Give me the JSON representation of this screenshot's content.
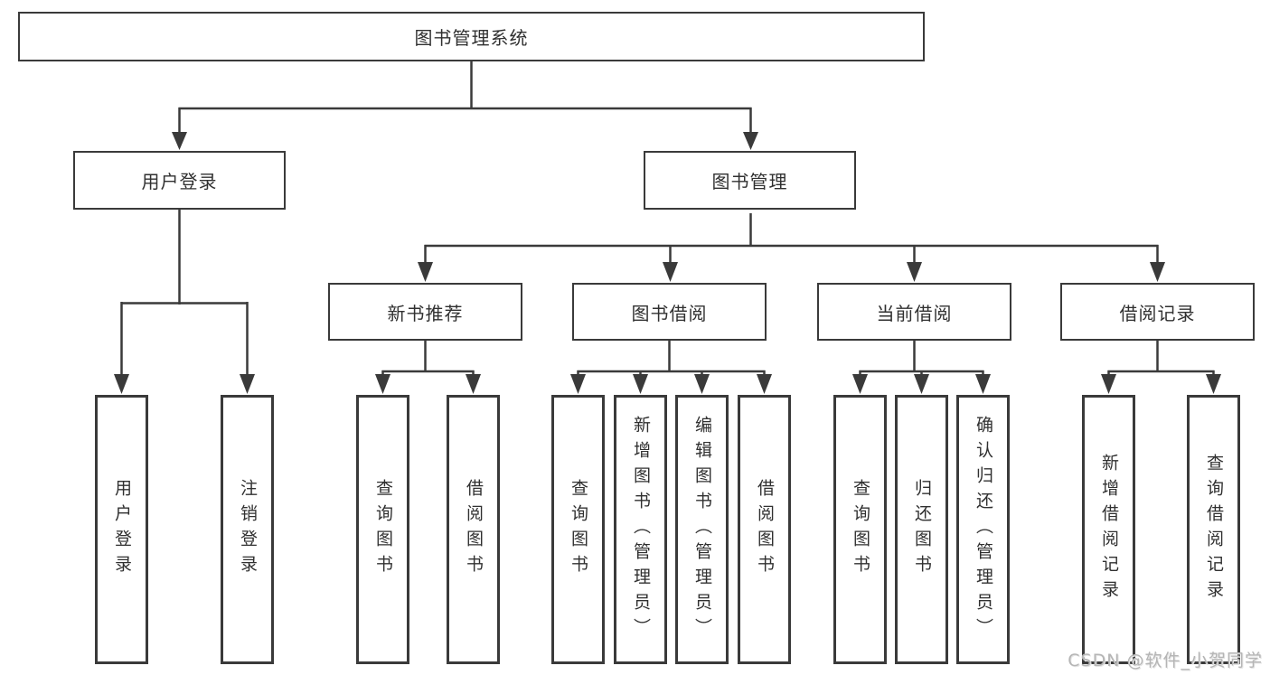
{
  "tree": {
    "label": "图书管理系统",
    "children": [
      {
        "label": "用户登录",
        "children": [
          {
            "label": "用户登录"
          },
          {
            "label": "注销登录"
          }
        ]
      },
      {
        "label": "图书管理",
        "children": [
          {
            "label": "新书推荐",
            "children": [
              {
                "label": "查询图书"
              },
              {
                "label": "借阅图书"
              }
            ]
          },
          {
            "label": "图书借阅",
            "children": [
              {
                "label": "查询图书"
              },
              {
                "label": "新增图书（管理员）"
              },
              {
                "label": "编辑图书（管理员）"
              },
              {
                "label": "借阅图书"
              }
            ]
          },
          {
            "label": "当前借阅",
            "children": [
              {
                "label": "查询图书"
              },
              {
                "label": "归还图书"
              },
              {
                "label": "确认归还（管理员）"
              }
            ]
          },
          {
            "label": "借阅记录",
            "children": [
              {
                "label": "新增借阅记录"
              },
              {
                "label": "查询借阅记录"
              }
            ]
          }
        ]
      }
    ]
  },
  "watermark": "CSDN @软件_小贺同学",
  "colors": {
    "line": "#3a3a3a",
    "text": "#303030",
    "background": "#ffffff",
    "watermark": "#b5b5b5"
  }
}
